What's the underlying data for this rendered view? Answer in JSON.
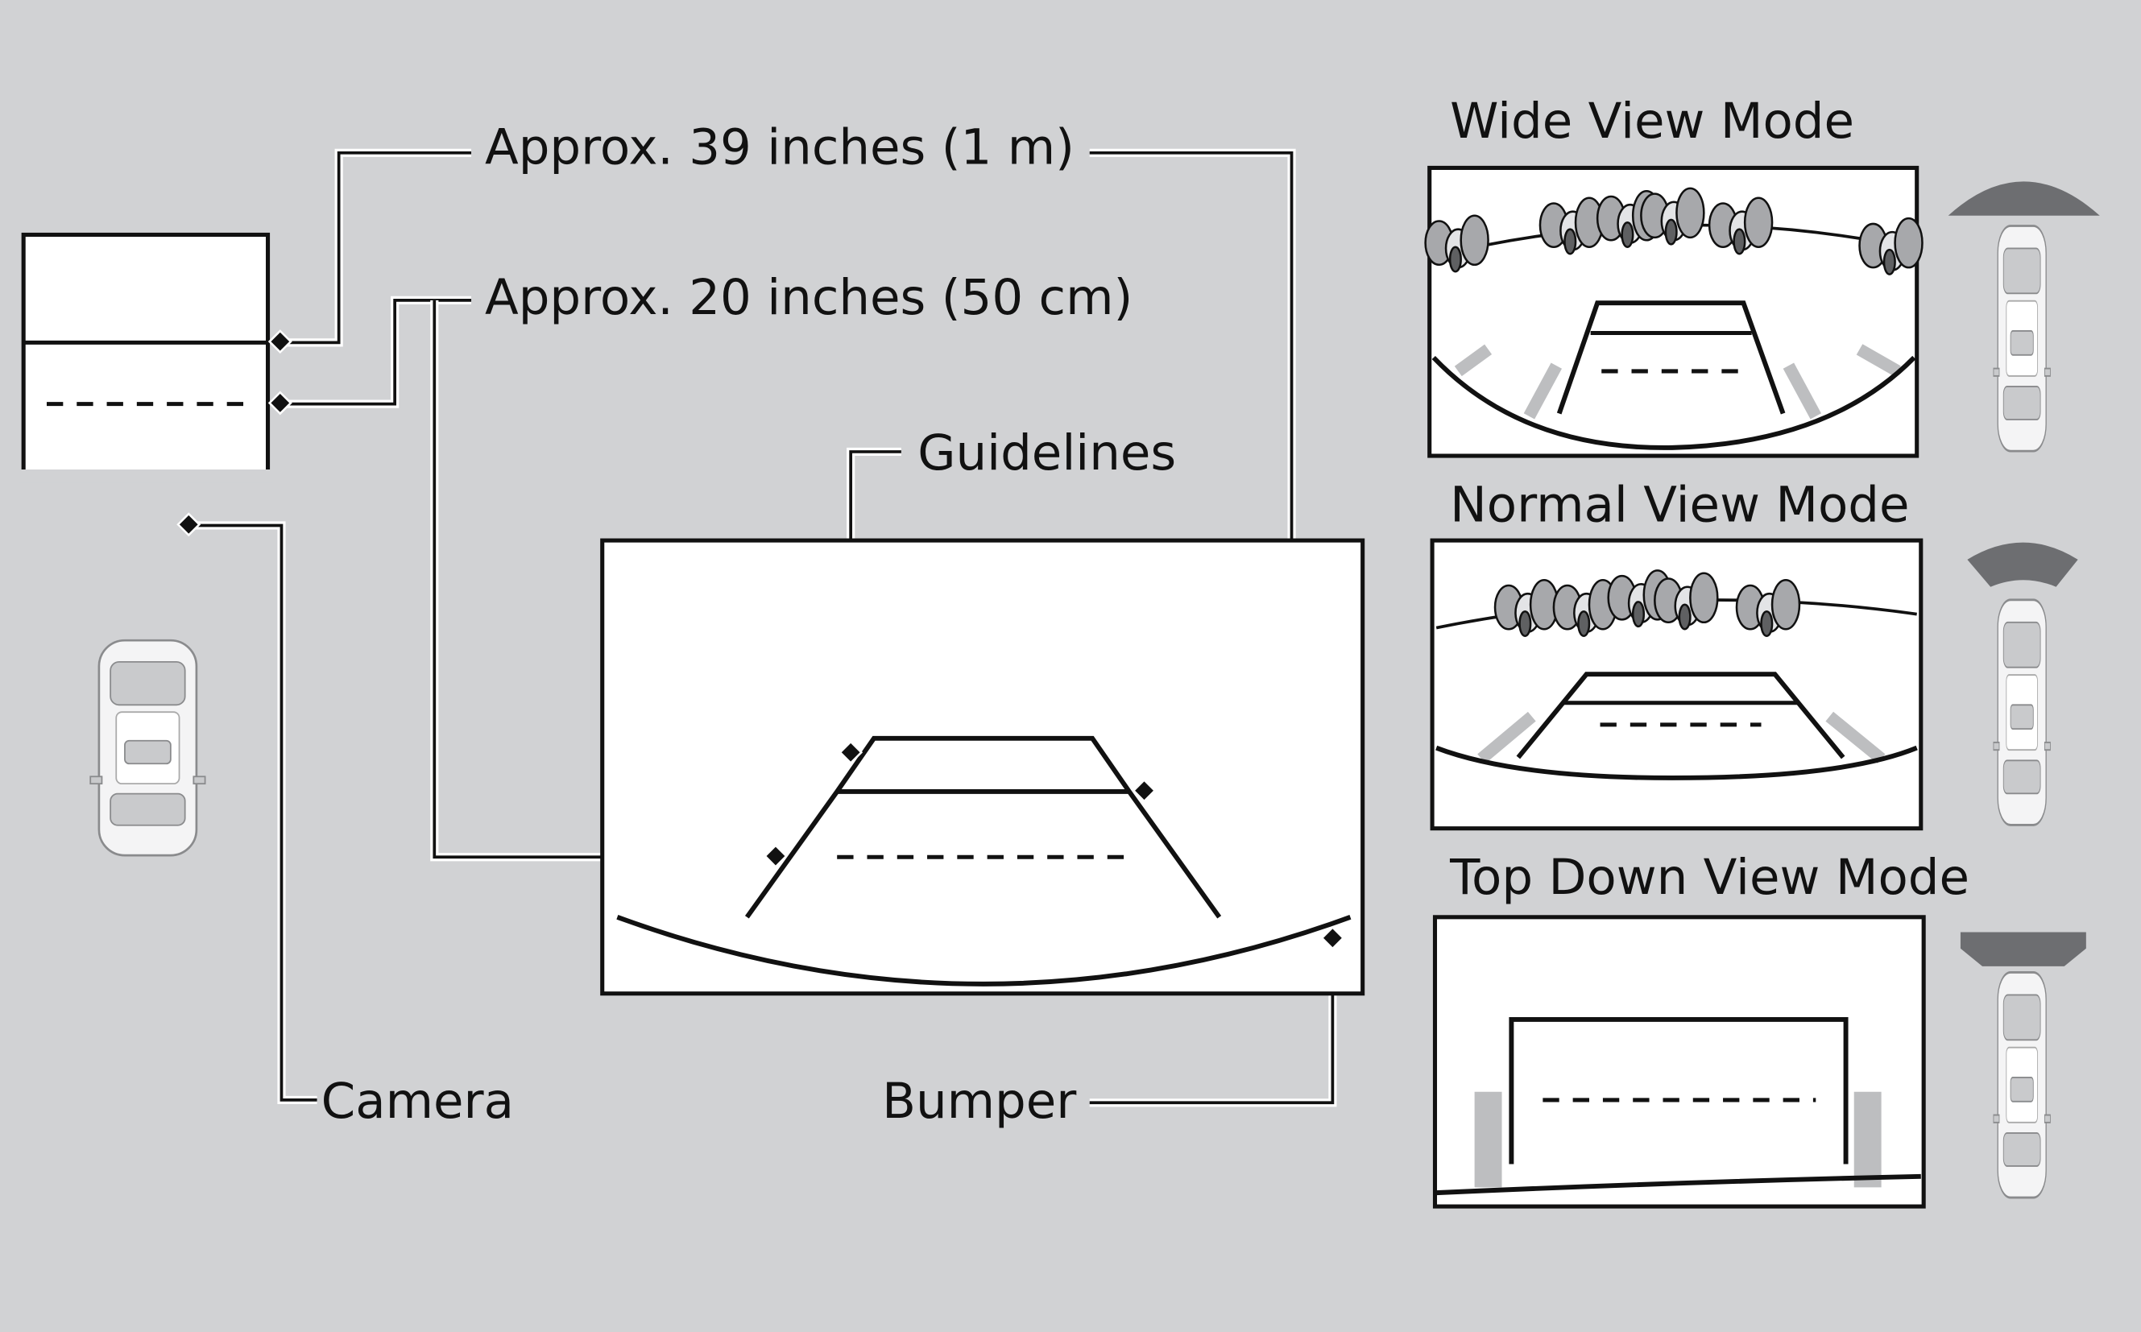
{
  "labels": {
    "approx_1m": "Approx. 39 inches (1 m)",
    "approx_50cm": "Approx. 20 inches (50 cm)",
    "guidelines": "Guidelines",
    "camera": "Camera",
    "bumper": "Bumper"
  },
  "modes": [
    {
      "title": "Wide View Mode"
    },
    {
      "title": "Normal View Mode"
    },
    {
      "title": "Top Down View Mode"
    }
  ],
  "colors": {
    "background": "#d1d2d4",
    "coverage_fill": "#6d6e71"
  }
}
